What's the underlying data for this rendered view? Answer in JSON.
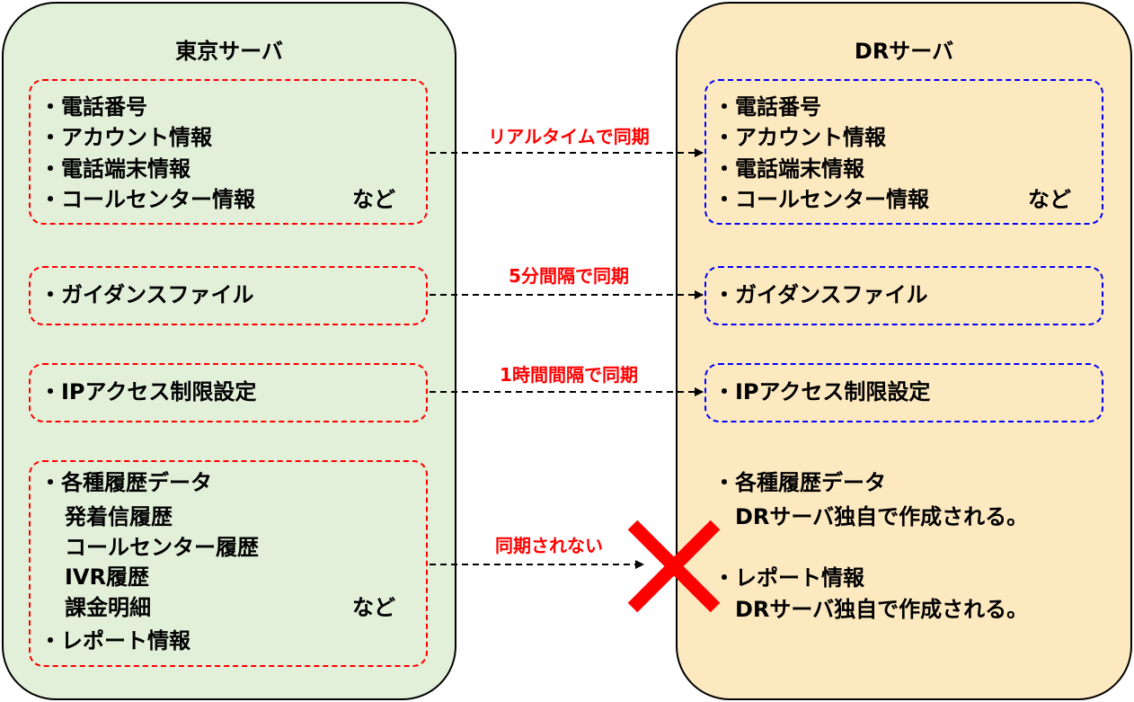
{
  "tokyo": {
    "title": "東京サーバ",
    "box1": {
      "items": [
        "・電話番号",
        "・アカウント情報",
        "・電話端末情報",
        "・コールセンター情報"
      ],
      "suffix": "など"
    },
    "box2": {
      "items": [
        "・ガイダンスファイル"
      ]
    },
    "box3": {
      "items": [
        "・IPアクセス制限設定"
      ]
    },
    "box4": {
      "items": [
        "・各種履歴データ",
        "発着信履歴",
        "コールセンター履歴",
        "IVR履歴",
        "課金明細",
        "・レポート情報"
      ],
      "suffix": "など"
    }
  },
  "dr": {
    "title": "DRサーバ",
    "box1": {
      "items": [
        "・電話番号",
        "・アカウント情報",
        "・電話端末情報",
        "・コールセンター情報"
      ],
      "suffix": "など"
    },
    "box2": {
      "items": [
        "・ガイダンスファイル"
      ]
    },
    "box3": {
      "items": [
        "・IPアクセス制限設定"
      ]
    },
    "notes": [
      {
        "head": "・各種履歴データ",
        "body": "DRサーバ独自で作成される。"
      },
      {
        "head": "・レポート情報",
        "body": "DRサーバ独自で作成される。"
      }
    ]
  },
  "sync": [
    {
      "label": "リアルタイムで同期"
    },
    {
      "label": "5分間隔で同期"
    },
    {
      "label": "1時間間隔で同期"
    },
    {
      "label": "同期されない"
    }
  ],
  "colors": {
    "tokyo_bg": "#e2efd9",
    "dr_bg": "#fde9c0",
    "tokyo_border": "#ff0000",
    "dr_border": "#0000ff",
    "sync_label": "#ff0000",
    "no_sync_mark": "#ff0000"
  },
  "icons": {
    "no_sync_mark": "x-mark-icon"
  }
}
